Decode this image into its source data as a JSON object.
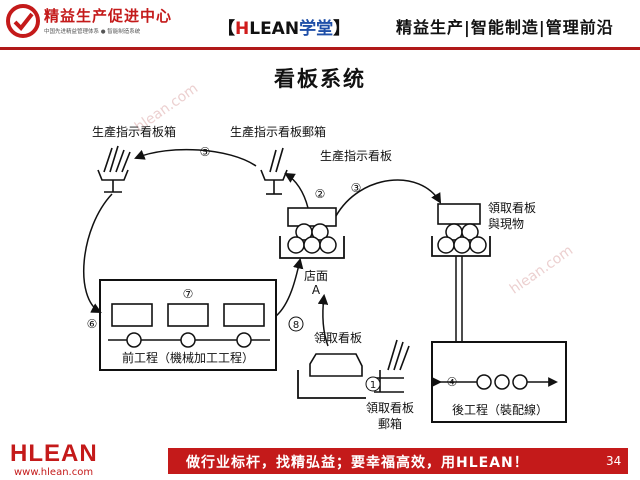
{
  "header": {
    "brand_name": "精益生产促进中心",
    "brand_sub": "中国先进精益管理体系 ● 智能制造系统",
    "tag_open": "【",
    "tag_h": "H",
    "tag_lean": "LEAN",
    "tag_school": "学堂",
    "tag_close": "】",
    "slogan": "精益生产|智能制造|管理前沿"
  },
  "title": "看板系统",
  "diagram": {
    "label_prod_box": "生產指示看板箱",
    "label_prod_post": "生產指示看板郵箱",
    "label_prod_kanban": "生產指示看板",
    "label_pick_goods": "領取看板",
    "label_pick_goods2": "與現物",
    "label_store": "店面",
    "label_a": "A",
    "label_pick_kanban": "領取看板",
    "label_pick_post": "領取看板",
    "label_pick_post2": "郵箱",
    "label_front": "前工程（機械加工工程）",
    "label_rear": "後工程（裝配線）",
    "n1": "1",
    "n2": "②",
    "n3": "③",
    "n4": "④",
    "n5": "⑤",
    "n6": "⑥",
    "n7": "⑦",
    "n8": "8"
  },
  "footer": {
    "logo_h": "H",
    "logo_lean": "LEAN",
    "url": "www.hlean.com",
    "slogan": "做行业标杆，找精弘益；要幸福高效，用HLEAN！",
    "page": "34"
  },
  "watermarks": [
    "hlean.com",
    "hlean.com"
  ]
}
